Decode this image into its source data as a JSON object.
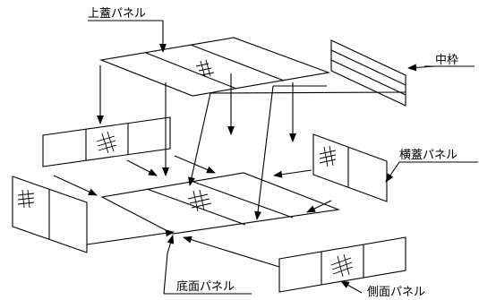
{
  "labels": {
    "top_lid_panel": "上蓋パネル",
    "middle_frame": "中枠",
    "side_lid_panel": "横蓋パネル",
    "bottom_panel": "底面パネル",
    "side_panel": "側面パネル"
  },
  "colors": {
    "line": "#000000",
    "background": "#ffffff"
  }
}
